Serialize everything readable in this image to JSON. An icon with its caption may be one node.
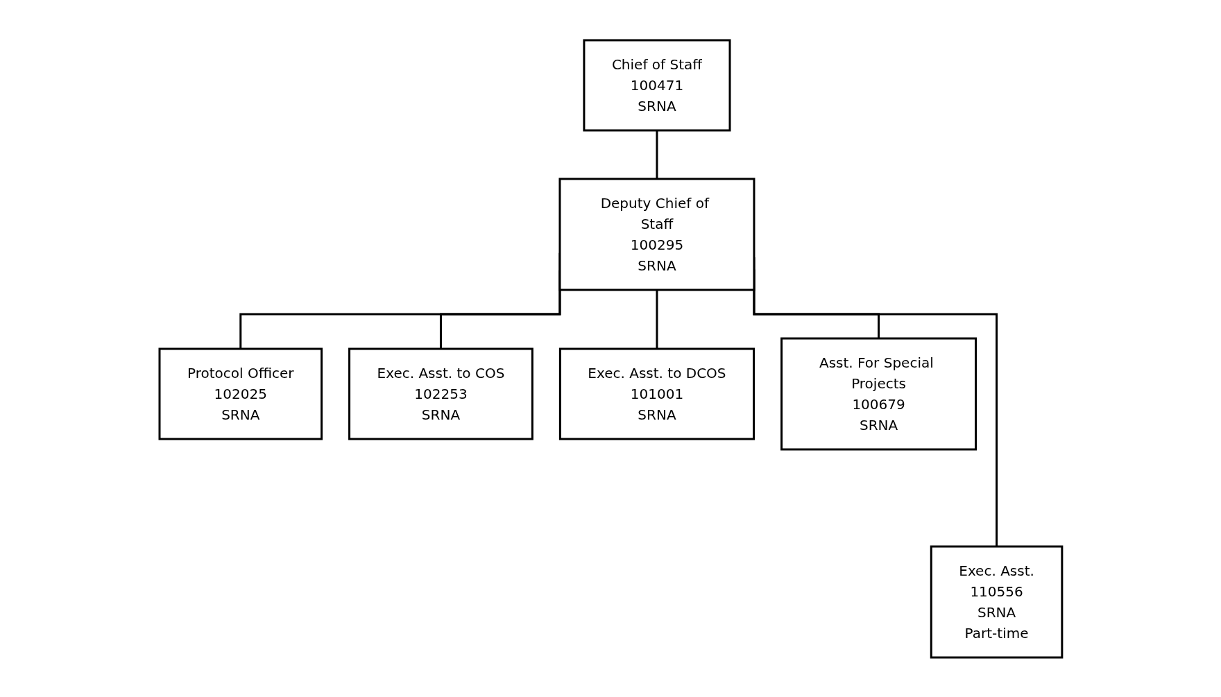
{
  "diagram": {
    "nodes": [
      {
        "text": [
          "Chief of Staff",
          "100471",
          "SRNA"
        ]
      },
      {
        "text": [
          "Deputy Chief of Staff",
          "100295",
          "SRNA"
        ]
      },
      {
        "text": [
          "Protocol Officer",
          "102025",
          "SRNA"
        ]
      },
      {
        "text": [
          "Exec. Asst. to COS",
          "102253",
          "SRNA"
        ]
      },
      {
        "text": [
          "Exec. Asst. to DCOS",
          "101001",
          "SRNA"
        ]
      },
      {
        "text": [
          "Asst. For Special Projects",
          "100679",
          "SRNA"
        ]
      },
      {
        "text": [
          "Exec. Asst.",
          "110556",
          "SRNA",
          "Part-time"
        ]
      }
    ],
    "edges": [
      {
        "from": 0,
        "to": 1,
        "arrow": "none"
      },
      {
        "from": 1,
        "to": 2,
        "arrow": "none"
      },
      {
        "from": 1,
        "to": 6,
        "arrow": "none"
      },
      {
        "from": 1,
        "to": 3,
        "arrow": "none"
      },
      {
        "from": 1,
        "to": 4,
        "arrow": "none"
      },
      {
        "from": 1,
        "to": 5,
        "arrow": "none"
      }
    ]
  }
}
